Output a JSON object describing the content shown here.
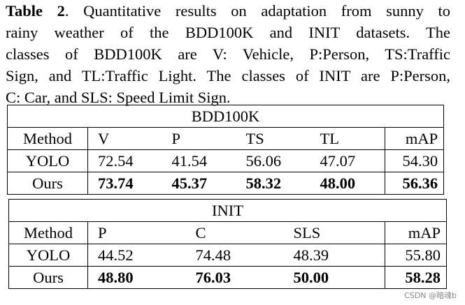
{
  "caption": {
    "label": "Table 2",
    "line1_rest": ". Quantitative results on adaptation from sunny to",
    "line2": "rainy weather of the BDD100K and INIT datasets.  The",
    "line3": "classes of BDD100K are V: Vehicle, P:Person, TS:Traffic",
    "line4": "Sign, and TL:Traffic Light. The classes of INIT are P:Person,",
    "line5": "C: Car, and SLS: Speed Limit Sign."
  },
  "tables": [
    {
      "title": "BDD100K",
      "columns": [
        "Method",
        "V",
        "P",
        "TS",
        "TL",
        "mAP"
      ],
      "rows": [
        {
          "method": "YOLO",
          "values": [
            "72.54",
            "41.54",
            "56.06",
            "47.07",
            "54.30"
          ],
          "bold": false
        },
        {
          "method": "Ours",
          "values": [
            "73.74",
            "45.37",
            "58.32",
            "48.00",
            "56.36"
          ],
          "bold": true
        }
      ]
    },
    {
      "title": "INIT",
      "columns": [
        "Method",
        "P",
        "C",
        "SLS",
        "mAP"
      ],
      "rows": [
        {
          "method": "YOLO",
          "values": [
            "44.52",
            "74.48",
            "48.39",
            "55.80"
          ],
          "bold": false
        },
        {
          "method": "Ours",
          "values": [
            "48.80",
            "76.03",
            "50.00",
            "58.28"
          ],
          "bold": true
        }
      ]
    }
  ],
  "watermark": "CSDN @暗魂b"
}
